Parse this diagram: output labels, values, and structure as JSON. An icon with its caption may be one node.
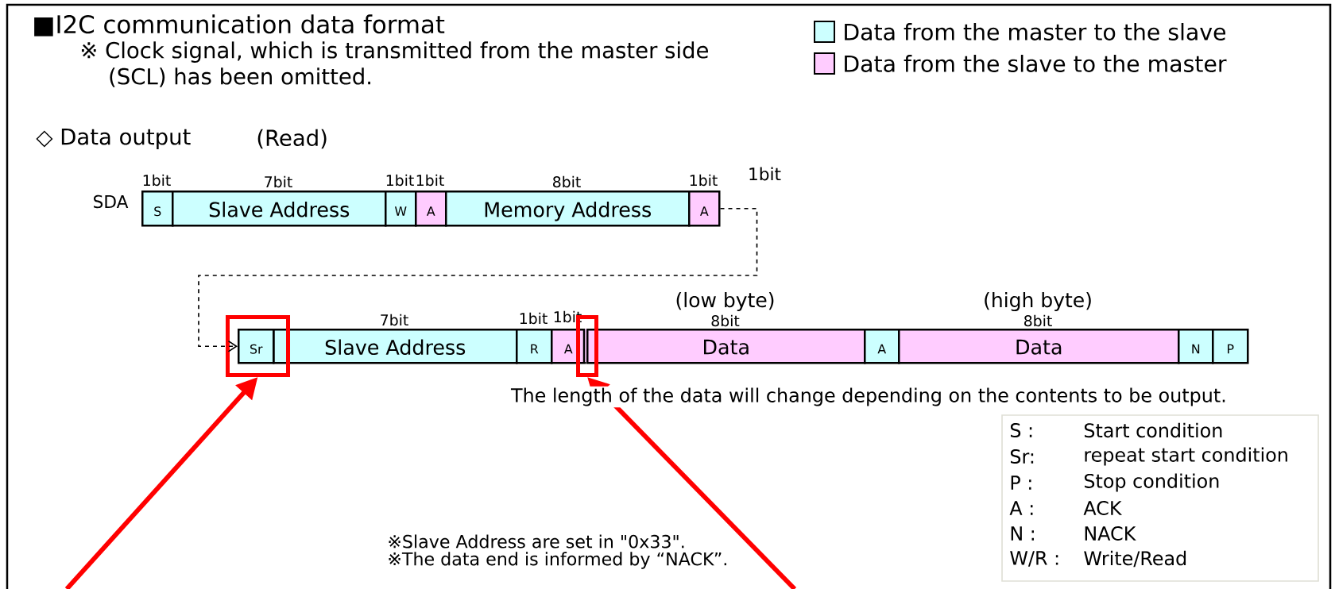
{
  "diagram": {
    "title": "■I2C communication data format",
    "nodes": [
      {
        "text": [
          "S"
        ],
        "beside": [
          "1bit"
        ]
      },
      {
        "text": [
          "Slave Address"
        ],
        "beside": [
          "7bit"
        ]
      },
      {
        "text": [
          "W"
        ],
        "beside": [
          "1bit"
        ]
      },
      {
        "text": [
          "A"
        ],
        "beside": [
          "1bit"
        ]
      },
      {
        "text": [
          "Memory Address"
        ],
        "beside": [
          "8bit"
        ]
      },
      {
        "text": [
          "A"
        ],
        "beside": [
          "1bit"
        ]
      },
      {
        "text": [
          "Sr"
        ],
        "in": 15
      },
      {
        "text": [
          "Slave Address"
        ],
        "beside": [
          "7bit"
        ]
      },
      {
        "text": [
          "R"
        ],
        "beside": [
          "1bit"
        ]
      },
      {
        "text": [
          "A"
        ],
        "beside": [
          "1bit"
        ]
      },
      {
        "text": [
          "Data"
        ],
        "beside": [
          "(low byte)",
          "8bit"
        ]
      },
      {
        "text": [
          "A"
        ]
      },
      {
        "text": [
          "Data"
        ],
        "beside": [
          "(high byte)",
          "8bit"
        ]
      },
      {
        "text": [
          "N"
        ]
      },
      {
        "text": [
          "P"
        ]
      },
      {
        "text": [],
        "shape": "box"
      },
      {
        "text": [],
        "shape": "box"
      }
    ],
    "edges": [
      {
        "from": 5,
        "to": 6,
        "arrow": "to",
        "style": "dashed",
        "color": "#000000"
      },
      {
        "from": null,
        "to": 15,
        "arrow": "to",
        "color": "#ff0000"
      },
      {
        "from": null,
        "to": 16,
        "arrow": "to",
        "color": "#ff0000"
      }
    ],
    "labels": [
      "※ Clock signal, which is transmitted from the master side (SCL) has been omitted.",
      "◇ Data output",
      "(Read)",
      "SDA",
      "1bit",
      "The length of the data will change depending on the contents to be output.",
      "S :",
      "Start condition",
      "Sr:",
      "repeat start condition",
      "P :",
      "Stop condition",
      "A :",
      "ACK",
      "N :",
      "NACK",
      "W/R :",
      "Write/Read",
      "※Slave Address are set in \"0x33\".",
      "※The data end is informed by “NACK”."
    ],
    "legend": [
      {
        "text": "Data from the master to the slave",
        "color": "#ccffff"
      },
      {
        "text": "Data from the slave to the master",
        "color": "#ffccff"
      }
    ]
  }
}
